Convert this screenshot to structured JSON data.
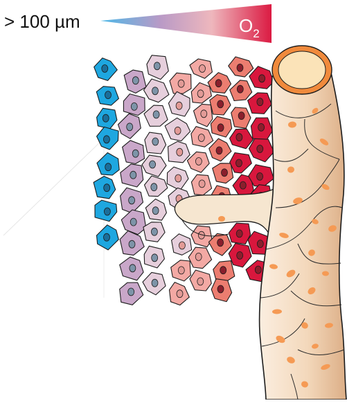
{
  "gradient": {
    "distance_label": "> 100 µm",
    "oxygen_label_main": "O",
    "oxygen_label_sub": "2"
  },
  "colors": {
    "hypoxic_cell": "#1ea7e0",
    "intermediate_cell": "#c9a7c9",
    "light_cell": "#e6cfdc",
    "pink_cell": "#f3a9a4",
    "salmon_cell": "#ec7d70",
    "oxic_cell": "#d8173d",
    "vessel_wall": "#f2d2b0",
    "vessel_rbc": "#f59a54",
    "vessel_rim": "#f08a3c",
    "cell_outline": "#1c1c1c"
  }
}
